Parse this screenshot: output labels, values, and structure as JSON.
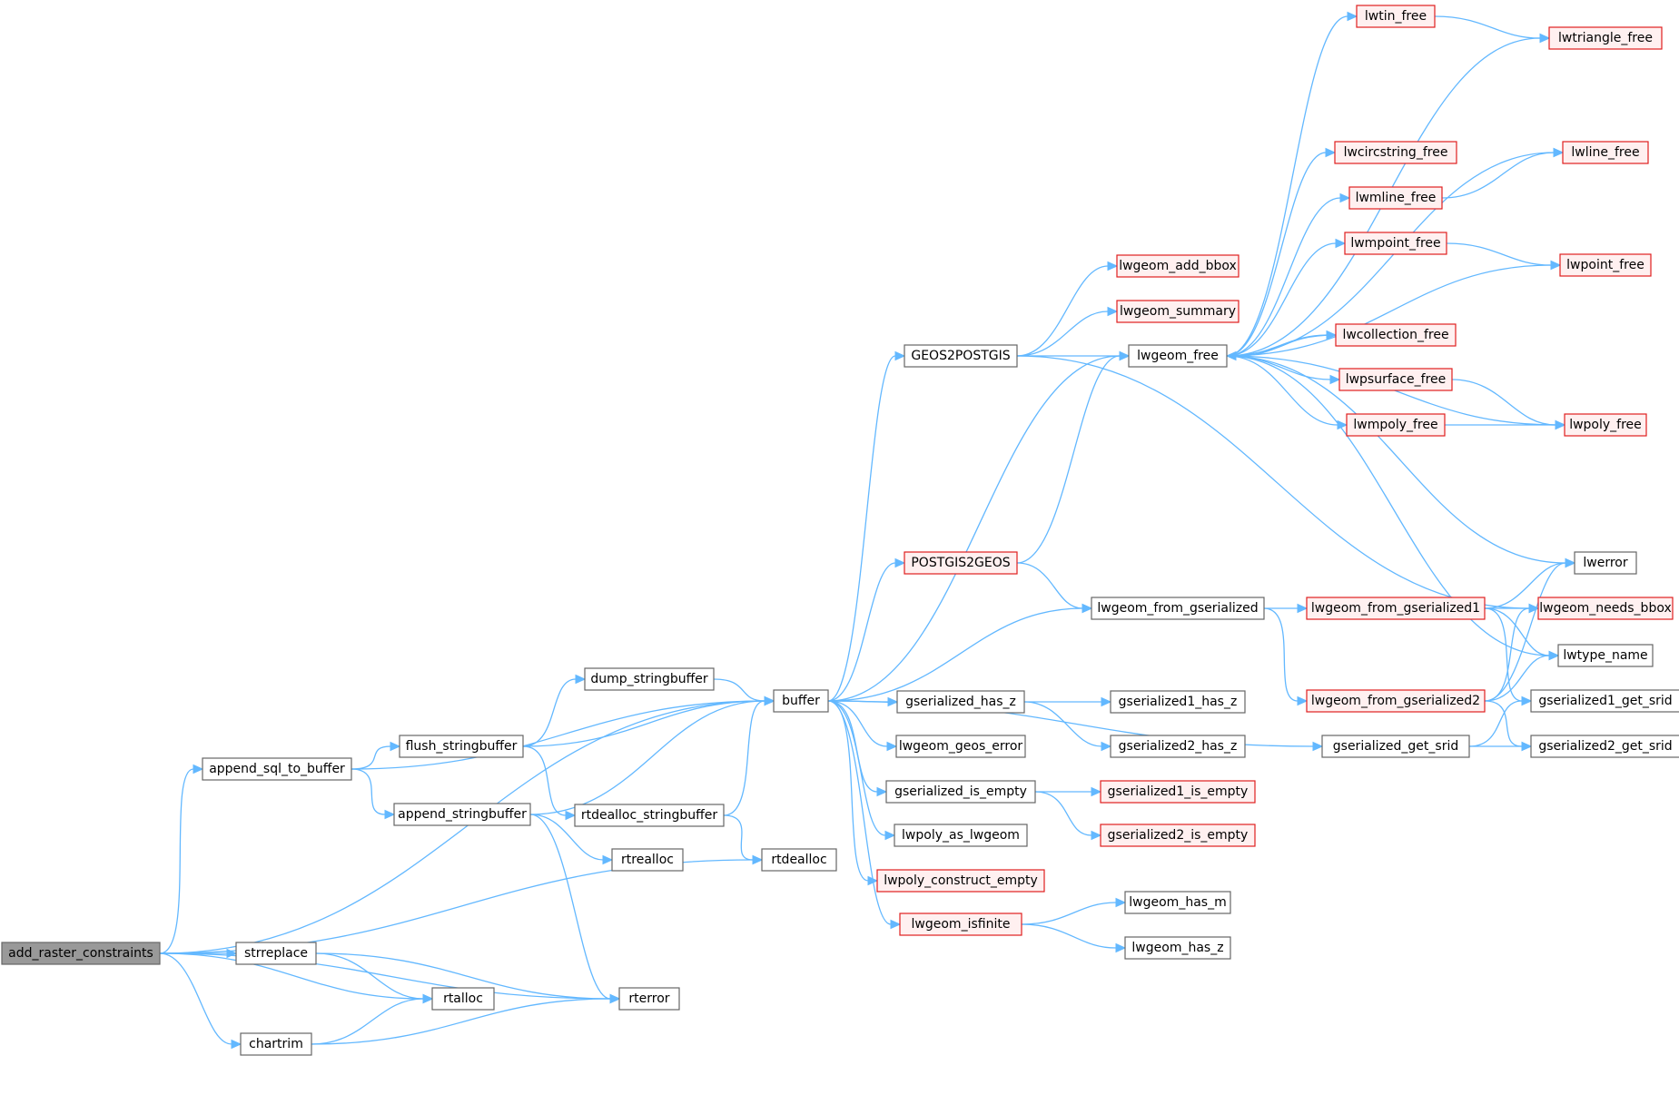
{
  "nodes": [
    {
      "id": "add_raster_constraints",
      "label": "add_raster_constraints",
      "style": "root"
    },
    {
      "id": "append_sql_to_buffer",
      "label": "append_sql_to_buffer",
      "style": "plain"
    },
    {
      "id": "flush_stringbuffer",
      "label": "flush_stringbuffer",
      "style": "plain"
    },
    {
      "id": "append_stringbuffer",
      "label": "append_stringbuffer",
      "style": "plain"
    },
    {
      "id": "dump_stringbuffer",
      "label": "dump_stringbuffer",
      "style": "plain"
    },
    {
      "id": "rtdealloc_stringbuffer",
      "label": "rtdealloc_stringbuffer",
      "style": "plain"
    },
    {
      "id": "rtrealloc",
      "label": "rtrealloc",
      "style": "plain"
    },
    {
      "id": "rtdealloc",
      "label": "rtdealloc",
      "style": "plain"
    },
    {
      "id": "strreplace",
      "label": "strreplace",
      "style": "plain"
    },
    {
      "id": "rtalloc",
      "label": "rtalloc",
      "style": "plain"
    },
    {
      "id": "chartrim",
      "label": "chartrim",
      "style": "plain"
    },
    {
      "id": "rterror",
      "label": "rterror",
      "style": "plain"
    },
    {
      "id": "buffer",
      "label": "buffer",
      "style": "plain"
    },
    {
      "id": "GEOS2POSTGIS",
      "label": "GEOS2POSTGIS",
      "style": "plain"
    },
    {
      "id": "POSTGIS2GEOS",
      "label": "POSTGIS2GEOS",
      "style": "red"
    },
    {
      "id": "gserialized_has_z",
      "label": "gserialized_has_z",
      "style": "plain"
    },
    {
      "id": "lwgeom_geos_error",
      "label": "lwgeom_geos_error",
      "style": "plain"
    },
    {
      "id": "gserialized_is_empty",
      "label": "gserialized_is_empty",
      "style": "plain"
    },
    {
      "id": "lwpoly_as_lwgeom",
      "label": "lwpoly_as_lwgeom",
      "style": "plain"
    },
    {
      "id": "lwpoly_construct_empty",
      "label": "lwpoly_construct_empty",
      "style": "red"
    },
    {
      "id": "lwgeom_isfinite",
      "label": "lwgeom_isfinite",
      "style": "red"
    },
    {
      "id": "lwgeom_add_bbox",
      "label": "lwgeom_add_bbox",
      "style": "red"
    },
    {
      "id": "lwgeom_summary",
      "label": "lwgeom_summary",
      "style": "red"
    },
    {
      "id": "lwgeom_free",
      "label": "lwgeom_free",
      "style": "plain"
    },
    {
      "id": "lwgeom_from_gserialized",
      "label": "lwgeom_from_gserialized",
      "style": "plain"
    },
    {
      "id": "gserialized1_has_z",
      "label": "gserialized1_has_z",
      "style": "plain"
    },
    {
      "id": "gserialized2_has_z",
      "label": "gserialized2_has_z",
      "style": "plain"
    },
    {
      "id": "gserialized1_is_empty",
      "label": "gserialized1_is_empty",
      "style": "red"
    },
    {
      "id": "gserialized2_is_empty",
      "label": "gserialized2_is_empty",
      "style": "red"
    },
    {
      "id": "lwgeom_has_m",
      "label": "lwgeom_has_m",
      "style": "plain"
    },
    {
      "id": "lwgeom_has_z",
      "label": "lwgeom_has_z",
      "style": "plain"
    },
    {
      "id": "lwtin_free",
      "label": "lwtin_free",
      "style": "red"
    },
    {
      "id": "lwcircstring_free",
      "label": "lwcircstring_free",
      "style": "red"
    },
    {
      "id": "lwmline_free",
      "label": "lwmline_free",
      "style": "red"
    },
    {
      "id": "lwmpoint_free",
      "label": "lwmpoint_free",
      "style": "red"
    },
    {
      "id": "lwcollection_free",
      "label": "lwcollection_free",
      "style": "red"
    },
    {
      "id": "lwpsurface_free",
      "label": "lwpsurface_free",
      "style": "red"
    },
    {
      "id": "lwmpoly_free",
      "label": "lwmpoly_free",
      "style": "red"
    },
    {
      "id": "lwgeom_from_gserialized1",
      "label": "lwgeom_from_gserialized1",
      "style": "red"
    },
    {
      "id": "lwgeom_from_gserialized2",
      "label": "lwgeom_from_gserialized2",
      "style": "red"
    },
    {
      "id": "gserialized_get_srid",
      "label": "gserialized_get_srid",
      "style": "plain"
    },
    {
      "id": "lwtriangle_free",
      "label": "lwtriangle_free",
      "style": "red"
    },
    {
      "id": "lwline_free",
      "label": "lwline_free",
      "style": "red"
    },
    {
      "id": "lwpoint_free",
      "label": "lwpoint_free",
      "style": "red"
    },
    {
      "id": "lwpoly_free",
      "label": "lwpoly_free",
      "style": "red"
    },
    {
      "id": "lwerror",
      "label": "lwerror",
      "style": "plain"
    },
    {
      "id": "lwgeom_needs_bbox",
      "label": "lwgeom_needs_bbox",
      "style": "red"
    },
    {
      "id": "lwtype_name",
      "label": "lwtype_name",
      "style": "plain"
    },
    {
      "id": "gserialized1_get_srid",
      "label": "gserialized1_get_srid",
      "style": "plain"
    },
    {
      "id": "gserialized2_get_srid",
      "label": "gserialized2_get_srid",
      "style": "plain"
    }
  ],
  "edges": [
    [
      "add_raster_constraints",
      "buffer"
    ],
    [
      "add_raster_constraints",
      "append_sql_to_buffer"
    ],
    [
      "add_raster_constraints",
      "rtdealloc"
    ],
    [
      "add_raster_constraints",
      "strreplace"
    ],
    [
      "add_raster_constraints",
      "rtalloc"
    ],
    [
      "add_raster_constraints",
      "chartrim"
    ],
    [
      "add_raster_constraints",
      "rterror"
    ],
    [
      "append_sql_to_buffer",
      "buffer"
    ],
    [
      "append_sql_to_buffer",
      "flush_stringbuffer"
    ],
    [
      "append_sql_to_buffer",
      "append_stringbuffer"
    ],
    [
      "flush_stringbuffer",
      "dump_stringbuffer"
    ],
    [
      "flush_stringbuffer",
      "buffer"
    ],
    [
      "flush_stringbuffer",
      "rtdealloc_stringbuffer"
    ],
    [
      "dump_stringbuffer",
      "buffer"
    ],
    [
      "append_stringbuffer",
      "buffer"
    ],
    [
      "append_stringbuffer",
      "rtrealloc"
    ],
    [
      "append_stringbuffer",
      "rterror"
    ],
    [
      "rtdealloc_stringbuffer",
      "buffer"
    ],
    [
      "rtdealloc_stringbuffer",
      "rtdealloc"
    ],
    [
      "strreplace",
      "rtalloc"
    ],
    [
      "strreplace",
      "rterror"
    ],
    [
      "chartrim",
      "rtalloc"
    ],
    [
      "chartrim",
      "rterror"
    ],
    [
      "buffer",
      "GEOS2POSTGIS"
    ],
    [
      "buffer",
      "lwgeom_free"
    ],
    [
      "buffer",
      "POSTGIS2GEOS"
    ],
    [
      "buffer",
      "lwgeom_from_gserialized"
    ],
    [
      "buffer",
      "gserialized_get_srid"
    ],
    [
      "buffer",
      "gserialized_has_z"
    ],
    [
      "buffer",
      "lwgeom_geos_error"
    ],
    [
      "buffer",
      "gserialized_is_empty"
    ],
    [
      "buffer",
      "lwpoly_as_lwgeom"
    ],
    [
      "buffer",
      "lwpoly_construct_empty"
    ],
    [
      "buffer",
      "lwgeom_isfinite"
    ],
    [
      "GEOS2POSTGIS",
      "lwgeom_add_bbox"
    ],
    [
      "GEOS2POSTGIS",
      "lwgeom_summary"
    ],
    [
      "GEOS2POSTGIS",
      "lwgeom_free"
    ],
    [
      "GEOS2POSTGIS",
      "lwgeom_needs_bbox"
    ],
    [
      "POSTGIS2GEOS",
      "lwgeom_free"
    ],
    [
      "POSTGIS2GEOS",
      "lwgeom_from_gserialized"
    ],
    [
      "gserialized_has_z",
      "gserialized1_has_z"
    ],
    [
      "gserialized_has_z",
      "gserialized2_has_z"
    ],
    [
      "gserialized_is_empty",
      "gserialized1_is_empty"
    ],
    [
      "gserialized_is_empty",
      "gserialized2_is_empty"
    ],
    [
      "lwgeom_isfinite",
      "lwgeom_has_m"
    ],
    [
      "lwgeom_isfinite",
      "lwgeom_has_z"
    ],
    [
      "lwgeom_from_gserialized",
      "lwgeom_from_gserialized1"
    ],
    [
      "lwgeom_from_gserialized",
      "lwgeom_from_gserialized2"
    ],
    [
      "lwgeom_free",
      "lwtin_free"
    ],
    [
      "lwgeom_free",
      "lwtriangle_free"
    ],
    [
      "lwgeom_free",
      "lwline_free"
    ],
    [
      "lwgeom_free",
      "lwcircstring_free"
    ],
    [
      "lwgeom_free",
      "lwmline_free"
    ],
    [
      "lwgeom_free",
      "lwmpoint_free"
    ],
    [
      "lwgeom_free",
      "lwpoint_free"
    ],
    [
      "lwgeom_free",
      "lwcollection_free"
    ],
    [
      "lwgeom_free",
      "lwpsurface_free"
    ],
    [
      "lwgeom_free",
      "lwmpoly_free"
    ],
    [
      "lwgeom_free",
      "lwpoly_free"
    ],
    [
      "lwgeom_free",
      "lwerror"
    ],
    [
      "lwgeom_free",
      "lwtype_name"
    ],
    [
      "lwtin_free",
      "lwtriangle_free"
    ],
    [
      "lwmline_free",
      "lwline_free"
    ],
    [
      "lwmpoint_free",
      "lwpoint_free"
    ],
    [
      "lwcollection_free",
      "lwgeom_free"
    ],
    [
      "lwpsurface_free",
      "lwpoly_free"
    ],
    [
      "lwmpoly_free",
      "lwpoly_free"
    ],
    [
      "lwgeom_from_gserialized1",
      "lwerror"
    ],
    [
      "lwgeom_from_gserialized1",
      "lwgeom_needs_bbox"
    ],
    [
      "lwgeom_from_gserialized1",
      "lwtype_name"
    ],
    [
      "lwgeom_from_gserialized1",
      "gserialized1_get_srid"
    ],
    [
      "lwgeom_from_gserialized2",
      "lwerror"
    ],
    [
      "lwgeom_from_gserialized2",
      "lwgeom_needs_bbox"
    ],
    [
      "lwgeom_from_gserialized2",
      "lwtype_name"
    ],
    [
      "lwgeom_from_gserialized2",
      "gserialized2_get_srid"
    ],
    [
      "gserialized_get_srid",
      "gserialized1_get_srid"
    ],
    [
      "gserialized_get_srid",
      "gserialized2_get_srid"
    ]
  ]
}
